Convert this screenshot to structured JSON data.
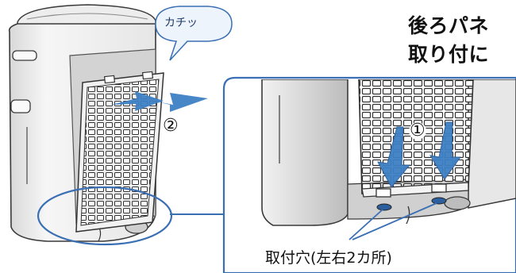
{
  "instruction": {
    "line1": "後ろパネ",
    "line2": "取り付に"
  },
  "bubble": {
    "text": "カチッ"
  },
  "steps": {
    "left": "②",
    "right": "①"
  },
  "caption": {
    "text": "取付穴(左右2カ所)"
  },
  "colors": {
    "accent_blue": "#3d7fc4",
    "highlight_blue": "#3a6fb4",
    "device_body": "#f2f2f2",
    "outline": "#3a3a3a",
    "filter_panel": "#dedede",
    "bubble_fill": "#eef4fb"
  },
  "icons": {
    "arrow_left_panel": "push-arrow-icon",
    "arrow_right_panel": "down-arrow-icon"
  }
}
